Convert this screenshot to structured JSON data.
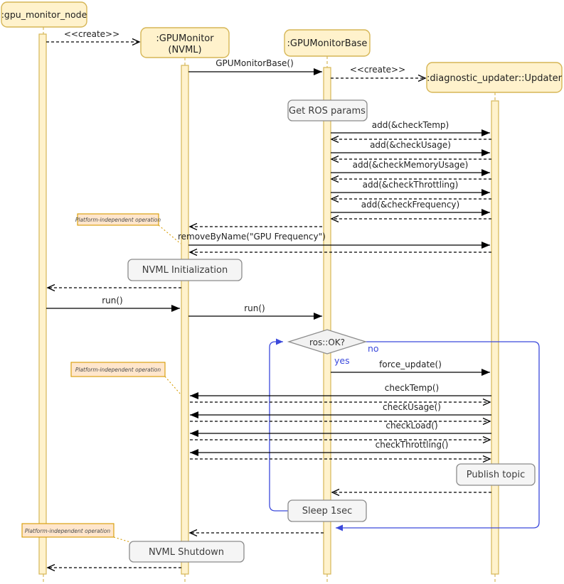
{
  "diagram": {
    "type": "uml-sequence",
    "participants": [
      {
        "id": "gpu_monitor_node",
        "label": ":gpu_monitor_node"
      },
      {
        "id": "gpu_monitor",
        "label": ":GPUMonitor",
        "sublabel": "(NVML)"
      },
      {
        "id": "gpu_monitor_base",
        "label": ":GPUMonitorBase"
      },
      {
        "id": "updater",
        "label": ":diagnostic_updater::Updater"
      }
    ],
    "messages": {
      "create": "<<create>>",
      "ctor": "GPUMonitorBase()",
      "add_temp": "add(&checkTemp)",
      "add_usage": "add(&checkUsage)",
      "add_memory_usage": "add(&checkMemoryUsage)",
      "add_throttling": "add(&checkThrottling)",
      "add_frequency": "add(&checkFrequency)",
      "remove_by_name": "removeByName(\"GPU Frequency\")",
      "run": "run()",
      "force_update": "force_update()",
      "check_temp": "checkTemp()",
      "check_usage": "checkUsage()",
      "check_load": "checkLoad()",
      "check_throttling": "checkThrottling()"
    },
    "actions": {
      "get_ros_params": "Get ROS params",
      "nvml_init": "NVML Initialization",
      "publish_topic": "Publish topic",
      "sleep": "Sleep 1sec",
      "nvml_shutdown": "NVML Shutdown"
    },
    "note": "Platform-independent operation",
    "loop": {
      "condition": "ros::OK?",
      "no_label": "no",
      "yes_label": "yes"
    },
    "colors": {
      "participant_fill": "#FFF2CC",
      "participant_stroke": "#D6B656",
      "note_fill": "#FFE6CC",
      "note_stroke": "#D79B00",
      "action_fill": "#F5F5F5",
      "action_stroke": "#8C8C8C",
      "decision_fill": "#F2F2F2",
      "loop_stroke": "#3B49DC",
      "message_color": "#000000"
    }
  }
}
